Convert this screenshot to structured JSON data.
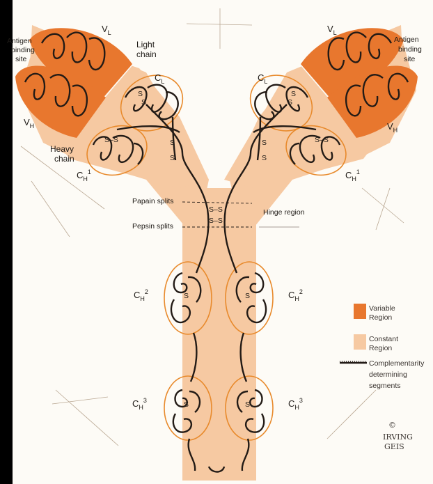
{
  "labels": {
    "vl_left": "V",
    "vl_left_sub": "L",
    "vl_right": "V",
    "vl_right_sub": "L",
    "antigen_left": [
      "Antigen",
      "binding",
      "site"
    ],
    "antigen_right": [
      "Antigen",
      "binding",
      "site"
    ],
    "light_chain": [
      "Light",
      "chain"
    ],
    "cl_left": "C",
    "cl_left_sub": "L",
    "cl_right": "C",
    "cl_right_sub": "L",
    "vh_left": "V",
    "vh_left_sub": "H",
    "vh_right": "V",
    "vh_right_sub": "H",
    "heavy_chain": [
      "Heavy",
      "chain"
    ],
    "ch1_left": "C",
    "ch1_left_sub": "H",
    "ch1_left_sup": "1",
    "ch1_right": "C",
    "ch1_right_sub": "H",
    "ch1_right_sup": "1",
    "ch2_left": "C",
    "ch2_left_sub": "H",
    "ch2_left_sup": "2",
    "ch2_right": "C",
    "ch2_right_sub": "H",
    "ch2_right_sup": "2",
    "ch3_left": "C",
    "ch3_left_sub": "H",
    "ch3_left_sup": "3",
    "ch3_right": "C",
    "ch3_right_sub": "H",
    "ch3_right_sup": "3",
    "papain": "Papain splits",
    "pepsin": "Pepsin splits",
    "hinge": "Hinge region",
    "disulfide": "S–S",
    "s": "S"
  },
  "legend": {
    "variable": [
      "Variable",
      "Region"
    ],
    "constant": [
      "Constant",
      "Region"
    ],
    "cdr": [
      "Complementarity",
      "determining",
      "segments"
    ]
  },
  "signature": {
    "copyright": "©",
    "line1": "IRVING",
    "line2": "GEIS"
  },
  "colors": {
    "variable_region": "#e8772e",
    "constant_region": "#f6c9a2",
    "domain_outline": "#e88a2c",
    "chain_line": "#231b16",
    "background": "#fdfbf6",
    "left_edge": "#000000"
  }
}
